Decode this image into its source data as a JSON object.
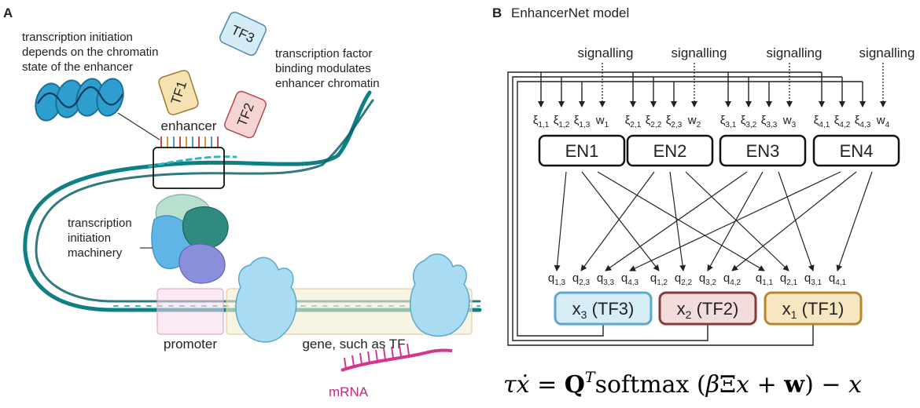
{
  "panel_a": {
    "label": "A",
    "note_initiation": [
      "transcription initiation",
      "depends on the chromatin",
      "state of the enhancer"
    ],
    "note_tf": [
      "transcription factor",
      "binding modulates",
      "enhancer chromatin"
    ],
    "tf1": "TF1",
    "tf2": "TF2",
    "tf3": "TF3",
    "enhancer": "enhancer",
    "machinery": [
      "transcription",
      "initiation",
      "machinery"
    ],
    "promoter": "promoter",
    "gene": "gene, such as TF",
    "mrna": "mRNA"
  },
  "panel_b": {
    "label": "B",
    "title": "EnhancerNet model",
    "signalling": [
      "signalling",
      "signalling",
      "signalling",
      "signalling"
    ],
    "enhancers": [
      {
        "name": "EN1",
        "xi": [
          "1,1",
          "1,2",
          "1,3"
        ],
        "w": "1"
      },
      {
        "name": "EN2",
        "xi": [
          "2,1",
          "2,2",
          "2,3"
        ],
        "w": "2"
      },
      {
        "name": "EN3",
        "xi": [
          "3,1",
          "3,2",
          "3,3"
        ],
        "w": "3"
      },
      {
        "name": "EN4",
        "xi": [
          "4,1",
          "4,2",
          "4,3"
        ],
        "w": "4"
      }
    ],
    "tf_nodes": [
      {
        "var": "x",
        "sub": "3",
        "name": "(TF3)",
        "q": [
          "1,3",
          "2,3",
          "3,3",
          "4,3"
        ],
        "fill": "#d6ecf6",
        "stroke": "#5aa9cc"
      },
      {
        "var": "x",
        "sub": "2",
        "name": "(TF2)",
        "q": [
          "1,2",
          "2,2",
          "3,2",
          "4,2"
        ],
        "fill": "#f3dcdc",
        "stroke": "#8a3a3a"
      },
      {
        "var": "x",
        "sub": "1",
        "name": "(TF1)",
        "q": [
          "1,1",
          "2,1",
          "3,1",
          "4,1"
        ],
        "fill": "#f6e7c2",
        "stroke": "#b8872a"
      }
    ],
    "xi_symbol": "ξ",
    "w_symbol": "w",
    "q_symbol": "q",
    "equation": {
      "tau": "τ",
      "x_dot": "ẋ",
      "equals": " = ",
      "Q": "Q",
      "T": "T",
      "softmax": "softmax",
      "beta": "β",
      "Xi": "Ξ",
      "x": "x",
      "plus": " + ",
      "w": "w",
      "minus": " − x",
      "lparen": " (",
      "rparen": ")"
    }
  }
}
